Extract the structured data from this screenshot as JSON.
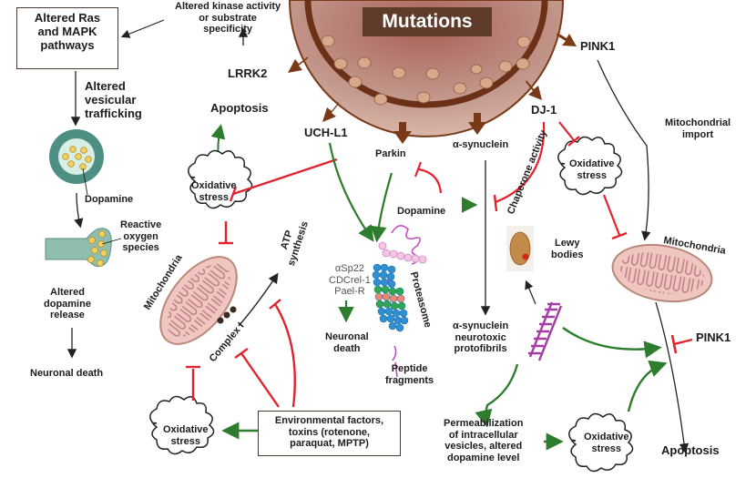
{
  "title": "Mutations",
  "colors": {
    "activation": "#2e7d2e",
    "inhibition": "#e0242f",
    "neutral": "#222222",
    "mutation_arrow": "#7a3a18",
    "mutation_banner": "#5e3b2b"
  },
  "genes": {
    "lrrk2": "LRRK2",
    "uchl1": "UCH-L1",
    "parkin": "Parkin",
    "asyn": "α-synuclein",
    "dj1": "DJ-1",
    "pink1_top": "PINK1",
    "pink1_bottom": "PINK1"
  },
  "left_pathway": {
    "box": "Altered Ras\nand MAPK\npathways",
    "vesicular": "Altered\nvesicular\ntrafficking",
    "dopamine": "Dopamine",
    "ros": "Reactive\noxygen\nspecies",
    "release": "Altered\ndopamine\nrelease",
    "death": "Neuronal death"
  },
  "lrrk2_branch": {
    "kinase": "Altered kinase activity\nor substrate\nspecificity",
    "apoptosis": "Apoptosis",
    "oxidative": "Oxidative\nstress",
    "mitochondria": "Mitochondria",
    "complex": "Complex I",
    "atp": "ATP\nsynthesis",
    "oxidative_bottom": "Oxidative\nstress",
    "env": "Environmental factors,\ntoxins (rotenone,\nparaquat, MPTP)"
  },
  "center": {
    "dopamine": "Dopamine",
    "substrates": "αSp22\nCDCrel-1\nPael-R",
    "neuronal_death": "Neuronal\ndeath",
    "proteasome": "Proteasome",
    "peptide": "Peptide\nfragments"
  },
  "right": {
    "chaperone": "Chaperone activity",
    "oxidative_top": "Oxidative\nstress",
    "lewy": "Lewy\nbodies",
    "protofibrils": "α-synuclein\nneurotoxic\nprotofibrils",
    "mito_import": "Mitochondrial\nimport",
    "mitochondria": "Mitochondria",
    "permeabilization": "Permeabilization\nof intracellular\nvesicles, altered\ndopamine level",
    "oxidative_bottom": "Oxidative\nstress",
    "apoptosis": "Apoptosis"
  }
}
